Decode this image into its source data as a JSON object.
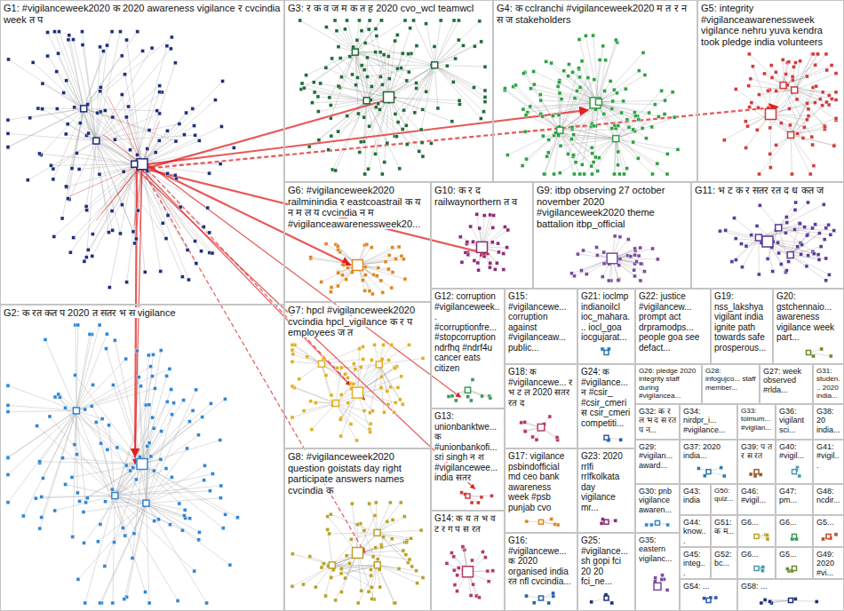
{
  "diagram": {
    "nodes": [
      {
        "text": [
          "G1: #vigilanceweek2020 क 2020 awareness vigilance र cvcindia week त प"
        ]
      },
      {
        "text": [
          "G2: क रत कत प 2020 त सतर भ स vigilance"
        ]
      },
      {
        "text": [
          "G3: र क व ज म क त ह 2020 cvo_wcl teamwcl"
        ]
      },
      {
        "text": [
          "G4: क cclranchi #vigilanceweek2020 म त र न स ज stakeholders"
        ]
      },
      {
        "text": [
          "G5: integrity #vigilanceawarenessweek vigilance nehru yuva kendra took pledge india volunteers"
        ]
      },
      {
        "text": [
          "G6: #vigilanceweek2020 railminindia र eastcoastrail क य न म ल य cvcindia न म #vigilanceawarenessweek20..."
        ]
      },
      {
        "text": [
          "G10: क र द railwaynorthern त व"
        ]
      },
      {
        "text": [
          "G9: itbp observing 27 october november 2020 #vigilanceweek2020 theme battalion itbp_official"
        ]
      },
      {
        "text": [
          "G11: भ ट क र सतर रत द ध कत ज"
        ]
      },
      {
        "text": [
          "G7: hpcl #vigilanceweek2020 cvcindia hpcl_vigilance क र प employees ज त"
        ]
      },
      {
        "text": [
          "G8: #vigilanceweek2020 question goistats day right participate answers names cvcindia क"
        ]
      },
      {
        "text": [
          "G12: corruption #vigilanceweek... #corruptionfre... #stopcorruption ndrfhq #ndrf4u cancer eats citizen"
        ]
      },
      {
        "text": [
          "G15: #vigilancewe... corruption against #vigilanceaw... public..."
        ]
      },
      {
        "text": [
          "G21: ioclmp indianoilcl ioc_mahara... iocl_goa iocgujarat..."
        ]
      },
      {
        "text": [
          "G22: justice #vigilancew... prompt act drpramodps... people goa see defact..."
        ]
      },
      {
        "text": [
          "G19: nss_lakshya vigilant india ignite path towards safe prosperous..."
        ]
      },
      {
        "text": [
          "G20: gstchennaio... awareness vigilance week part..."
        ]
      },
      {
        "text": [
          "G18: क #vigilancewe... र भ ट ल 2020 सतर रत द"
        ]
      },
      {
        "text": [
          "G24: क #vigilance... न #csir_ #csir_cmeri स csir_cmeri competiti..."
        ]
      },
      {
        "text": [
          "G26: pledge 2020 integrity staff during #vigilancea..."
        ]
      },
      {
        "text": [
          "G28: infogujco... staff member..."
        ]
      },
      {
        "text": [
          "G27: week observed #rlda..."
        ]
      },
      {
        "text": [
          "G31: studen... 2020 india..."
        ]
      },
      {
        "text": [
          "G13: unionbanktwe... क #unionbankofi... sri singh न श #vigilancewee... india सतर"
        ]
      },
      {
        "text": [
          "G17: vigilance psbindofficial md ceo bank awareness week #psb punjab cvo"
        ]
      },
      {
        "text": [
          "G23: 2020 rrlfi rrlfkolkata day vigilance mr..."
        ]
      },
      {
        "text": [
          "G32: क र ल भ द स रत प न..."
        ]
      },
      {
        "text": [
          "G34: nirdpr_i... #vigilance..."
        ]
      },
      {
        "text": [
          "G33: toimum... #vigilan..."
        ]
      },
      {
        "text": [
          "G36: vigilant sci..."
        ]
      },
      {
        "text": [
          "G38: 20 india..."
        ]
      },
      {
        "text": [
          "G29: #vigilan... award..."
        ]
      },
      {
        "text": [
          "G37: 2020 india..."
        ]
      },
      {
        "text": [
          "G39: प त र स रत"
        ]
      },
      {
        "text": [
          "G40: #vigil..."
        ]
      },
      {
        "text": [
          "G41: #vigil..."
        ]
      },
      {
        "text": [
          "G14: क य त भ व ट र ग प स रत"
        ]
      },
      {
        "text": [
          "G16: #vigilancewe... क 2020 organised india रत nfl cvcindia..."
        ]
      },
      {
        "text": [
          "G25: #vigilance... sh gopi fci 20 20 fci_ne..."
        ]
      },
      {
        "text": [
          "G30: pnb vigilance awaren..."
        ]
      },
      {
        "text": [
          "G43: india"
        ]
      },
      {
        "text": [
          "G50: quiz..."
        ]
      },
      {
        "text": [
          "G46: #vigil..."
        ]
      },
      {
        "text": [
          "G47: pm..."
        ]
      },
      {
        "text": [
          "G48: ncdir..."
        ]
      },
      {
        "text": [
          "G35: eastern vigilanc..."
        ]
      },
      {
        "text": [
          "G44: know..."
        ]
      },
      {
        "text": [
          "G51: क म..."
        ]
      },
      {
        "text": [
          "G6..."
        ]
      },
      {
        "text": [
          "G6..."
        ]
      },
      {
        "text": [
          "G5..."
        ]
      },
      {
        "text": [
          "G45: integ..."
        ]
      },
      {
        "text": [
          "G52: bc..."
        ]
      },
      {
        "text": [
          "G6..."
        ]
      },
      {
        "text": [
          "G5..."
        ]
      },
      {
        "text": [
          "G49: 2020 #vi..."
        ]
      },
      {
        "text": [
          "G54: ..."
        ]
      },
      {
        "text": [
          "G58: ..."
        ]
      }
    ]
  }
}
